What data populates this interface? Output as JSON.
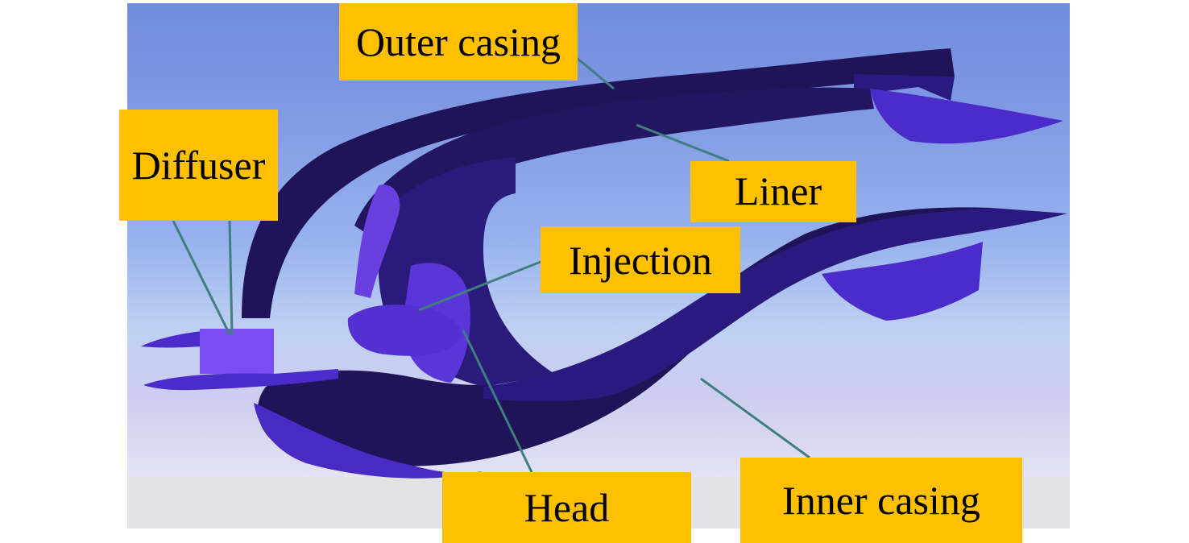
{
  "labels": {
    "outer_casing": "Outer casing",
    "diffuser": "Diffuser",
    "liner": "Liner",
    "injection": "Injection",
    "head": "Head",
    "inner_casing": "Inner casing"
  },
  "colors": {
    "label_fill": "#FFC000",
    "leader_line": "#3F7F7F",
    "part_dark": "#1E1457",
    "part_mid": "#3A1FA8",
    "part_light": "#6A3FE0",
    "bg_top": "#6F8FDC",
    "bg_bottom": "#E6E6EC"
  }
}
